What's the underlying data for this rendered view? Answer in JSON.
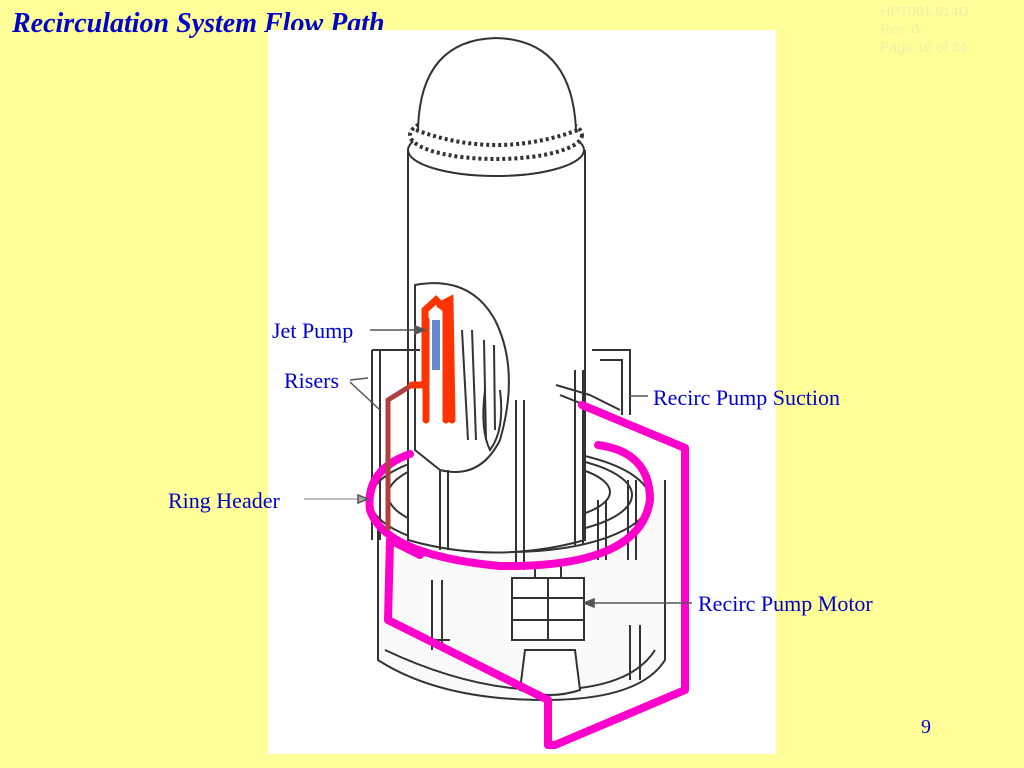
{
  "slide": {
    "title": "Recirculation System Flow Path",
    "slide_number": "9",
    "doc_ref": {
      "line1": "HPT001.014D",
      "line2": "Rev. 0",
      "line3": "Page 10 of 34"
    }
  },
  "labels": {
    "jet_pump": "Jet Pump",
    "risers": "Risers",
    "recirc_pump_suction": "Recirc Pump Suction",
    "ring_header": "Ring Header",
    "recirc_pump_motor": "Recirc Pump Motor"
  },
  "colors": {
    "background": "#FFFF99",
    "text": "#0000CC",
    "recirc_loop": "#FF00CC",
    "jet_pump_flow": "#FF3300",
    "riser": "#B04040",
    "jet_pump_throat": "#6688CC"
  }
}
